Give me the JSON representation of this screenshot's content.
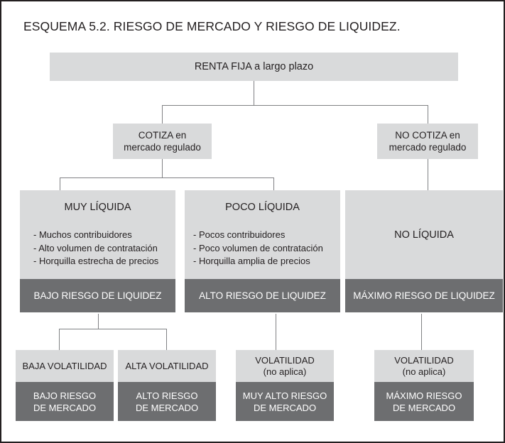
{
  "page": {
    "title": "ESQUEMA 5.2. RIESGO DE MERCADO Y RIESGO DE LIQUIDEZ.",
    "colors": {
      "light_band": "#d9dadb",
      "dark_band": "#6d6e70",
      "connector": "#808184",
      "border": "#231f20",
      "text_dark": "#231f20",
      "text_light": "#ffffff",
      "background": "#ffffff"
    }
  },
  "diagram": {
    "type": "tree-flowchart",
    "root": {
      "label": "RENTA FIJA a largo plazo"
    },
    "level2": [
      {
        "id": "cotiza",
        "line1": "COTIZA en",
        "line2": "mercado  regulado"
      },
      {
        "id": "no-cotiza",
        "line1": "NO COTIZA en",
        "line2": "mercado  regulado"
      }
    ],
    "level3": [
      {
        "id": "muy-liquida",
        "header": "MUY LÍQUIDA",
        "bullets": [
          "- Muchos  contribuidores",
          "- Alto volumen de contratación",
          "- Horquilla estrecha de precios"
        ],
        "footer": "BAJO RIESGO DE LIQUIDEZ"
      },
      {
        "id": "poco-liquida",
        "header": "POCO LÍQUIDA",
        "bullets": [
          "- Pocos  contribuidores",
          "- Poco volumen de contratación",
          "- Horquilla amplia de precios"
        ],
        "footer": "ALTO RIESGO DE LIQUIDEZ"
      },
      {
        "id": "no-liquida",
        "header": "NO LÍQUIDA",
        "bullets": [],
        "footer": "MÁXIMO RIESGO DE LIQUIDEZ"
      }
    ],
    "level4": [
      {
        "id": "baja-volatilidad",
        "header_line1": "BAJA VOLATILIDAD",
        "header_line2": "",
        "footer_line1": "BAJO RIESGO",
        "footer_line2": "DE MERCADO"
      },
      {
        "id": "alta-volatilidad",
        "header_line1": "ALTA VOLATILIDAD",
        "header_line2": "",
        "footer_line1": "ALTO RIESGO",
        "footer_line2": "DE MERCADO"
      },
      {
        "id": "volatilidad-no-aplica-1",
        "header_line1": "VOLATILIDAD",
        "header_line2": "(no aplica)",
        "footer_line1": "MUY ALTO RIESGO",
        "footer_line2": "DE MERCADO"
      },
      {
        "id": "volatilidad-no-aplica-2",
        "header_line1": "VOLATILIDAD",
        "header_line2": "(no aplica)",
        "footer_line1": "MÁXIMO  RIESGO",
        "footer_line2": "DE MERCADO"
      }
    ]
  }
}
